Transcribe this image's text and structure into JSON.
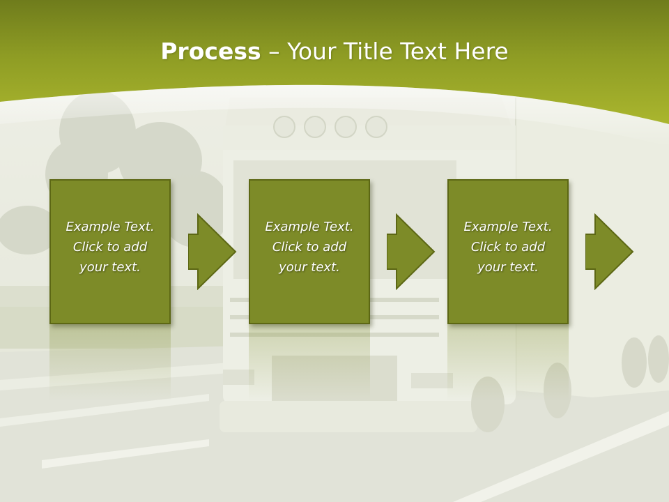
{
  "slide": {
    "title_bold": "Process",
    "title_rest": " – Your Title Text Here"
  },
  "steps": [
    {
      "line1": "Example Text.",
      "line2": "Click  to add",
      "line3": "your text."
    },
    {
      "line1": "Example Text.",
      "line2": "Click  to add",
      "line3": "your text."
    },
    {
      "line1": "Example Text.",
      "line2": "Click  to add",
      "line3": "your text."
    }
  ],
  "colors": {
    "header_green": "#a3b02c",
    "header_dark": "#707d1c",
    "box_fill": "#7d8b28",
    "box_border": "#5c6714",
    "text": "#ffffff"
  }
}
